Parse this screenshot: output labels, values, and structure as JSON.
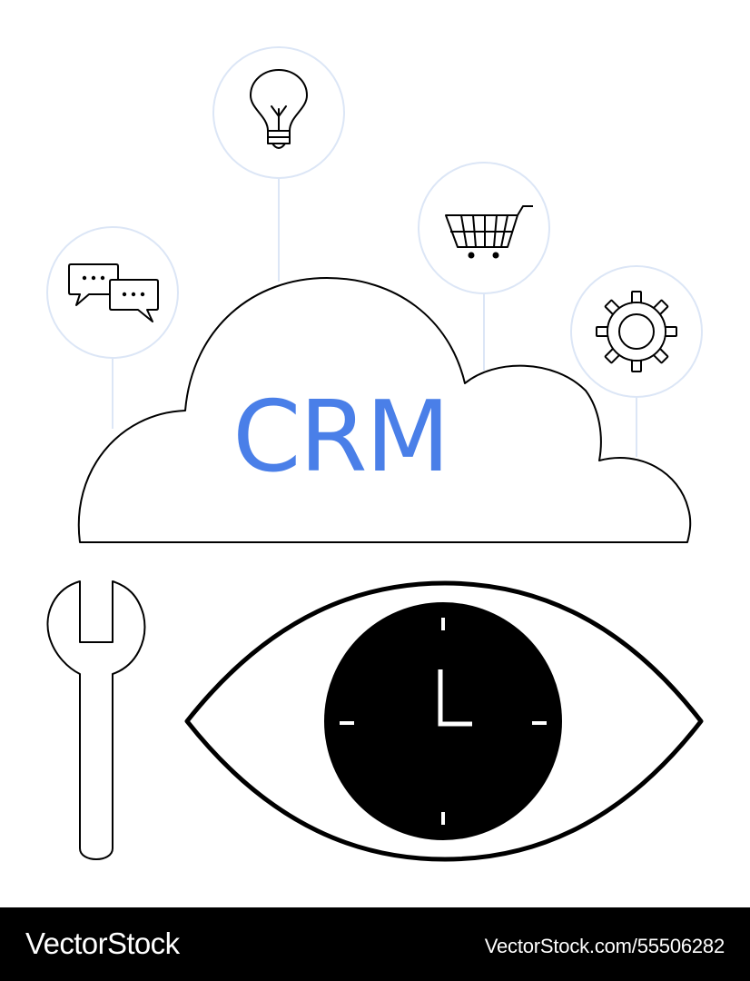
{
  "illustration": {
    "cloud_label": "CRM",
    "icons": [
      "chat-bubbles-icon",
      "lightbulb-icon",
      "shopping-cart-icon",
      "gear-icon",
      "wrench-icon",
      "eye-icon",
      "clock-icon"
    ],
    "colors": {
      "accent": "#4A7FE8",
      "line": "#000000",
      "connector": "#DCE6F6",
      "background": "#FFFFFF"
    }
  },
  "watermark": {
    "brand": "VectorStock",
    "image_id": "VectorStock.com/55506282"
  }
}
